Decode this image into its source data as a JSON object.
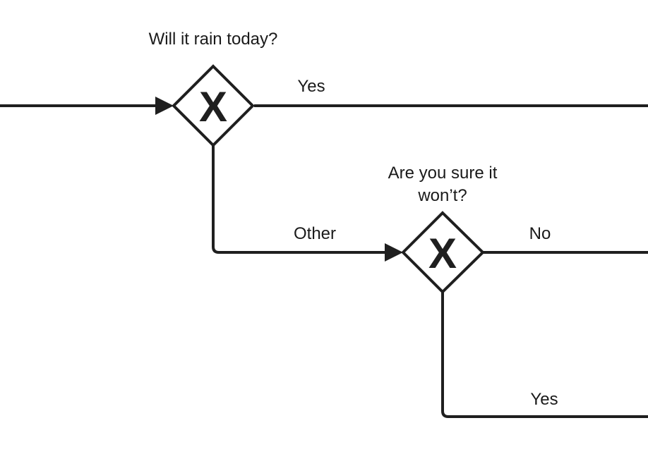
{
  "diagram": {
    "gateway1": {
      "question": "Will it rain today?",
      "marker": "X",
      "branches": {
        "yes": "Yes",
        "other": "Other"
      }
    },
    "gateway2": {
      "question_line1": "Are you sure it",
      "question_line2": "won’t?",
      "marker": "X",
      "branches": {
        "no": "No",
        "yes": "Yes"
      }
    },
    "colors": {
      "stroke": "#1f1f1f",
      "background": "#ffffff"
    }
  }
}
